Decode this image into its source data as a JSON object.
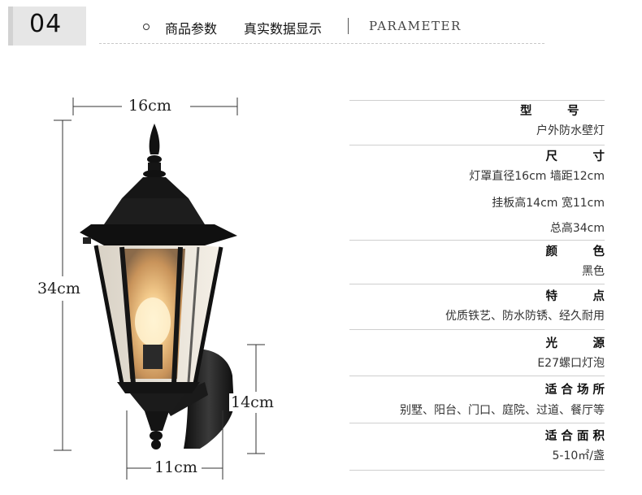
{
  "header": {
    "badge": "04",
    "cn_label": "商品参数",
    "cn_subtitle": "真实数据显示",
    "en_label": "PARAMETER"
  },
  "dimensions": {
    "width_top": "16cm",
    "height_total": "34cm",
    "plate_height": "14cm",
    "plate_width": "11cm"
  },
  "params": [
    {
      "title": "型　　　号",
      "values": [
        "户外防水壁灯"
      ]
    },
    {
      "title": "尺　　　寸",
      "values": [
        "灯罩直径16cm 墙距12cm",
        "挂板高14cm 宽11cm",
        "总高34cm"
      ]
    },
    {
      "title": "颜　　　色",
      "values": [
        "黑色"
      ]
    },
    {
      "title": "特　　　点",
      "values": [
        "优质铁艺、防水防锈、经久耐用"
      ]
    },
    {
      "title": "光　　　源",
      "values": [
        "E27螺口灯泡"
      ]
    },
    {
      "title": "适 合 场 所",
      "values": [
        "别墅、阳台、门口、庭院、过道、餐厅等"
      ]
    },
    {
      "title": "适 合 面 积",
      "values": [
        "5-10㎡/盏"
      ]
    }
  ]
}
